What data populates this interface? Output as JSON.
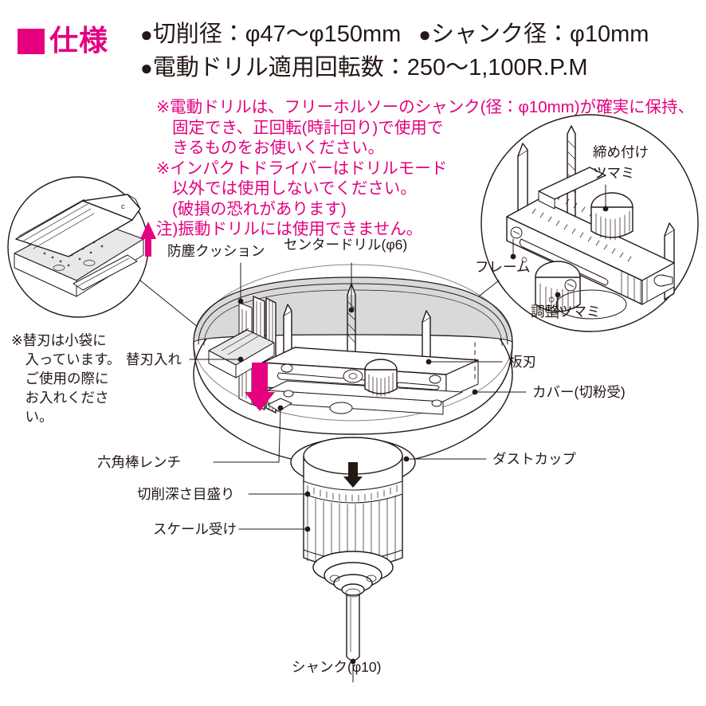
{
  "colors": {
    "magenta": "#e4007f",
    "ink": "#231815",
    "gray_fill": "#d9d9d9",
    "background": "#ffffff"
  },
  "spec_header": {
    "title": "仕様",
    "marker_icon": "pink-square-marker",
    "lines": [
      {
        "items": [
          {
            "bullet": "●",
            "text": "切削径：φ47〜φ150mm"
          },
          {
            "bullet": "●",
            "text": "シャンク径：φ10mm"
          }
        ]
      },
      {
        "items": [
          {
            "bullet": "●",
            "text": "電動ドリル適用回転数：250〜1,100R.P.M"
          }
        ]
      }
    ]
  },
  "cautions": [
    {
      "text": "※電動ドリルは、フリーホルソーのシャンク(径：φ10mm)が確実に保持、",
      "indent": false
    },
    {
      "text": "固定でき、正回転(時計回り)で使用で",
      "indent": true
    },
    {
      "text": "きるものをお使いください。",
      "indent": true
    },
    {
      "text": "※インパクトドライバーはドリルモード",
      "indent": false
    },
    {
      "text": "以外では使用しないでください。",
      "indent": true
    },
    {
      "text": "(破損の恐れがあります)",
      "indent": true
    },
    {
      "text": "注)振動ドリルには使用できません。",
      "indent": false
    }
  ],
  "left_note": {
    "text": "※替刃は小袋に\n　入っています。\n　ご使用の際に\n　お入れくださ\n　い。"
  },
  "callouts": {
    "dust_cushion": "防塵クッション",
    "center_drill": "センタードリル(φ6)",
    "blade_holder": "替刃入れ",
    "hex_wrench": "六角棒レンチ",
    "depth_scale": "切削深さ目盛り",
    "scale_holder": "スケール受け",
    "plate_blade": "板刃",
    "cover": "カバー(切粉受)",
    "dust_cup": "ダストカップ",
    "shank": "シャンク(φ10)",
    "frame": "フレーム",
    "clamp_knob": "締め付け\nツマミ",
    "adjust_knob": "調整ツマミ"
  },
  "arrows": {
    "inset_up_arrow": "magenta-up-arrow",
    "main_down_arrow": "magenta-down-arrow",
    "drum_down_arrow": "black-down-arrow"
  },
  "insets": [
    {
      "name": "blade-holder-detail-circle",
      "position": "top-left"
    },
    {
      "name": "frame-knob-detail-circle",
      "position": "top-right"
    }
  ]
}
